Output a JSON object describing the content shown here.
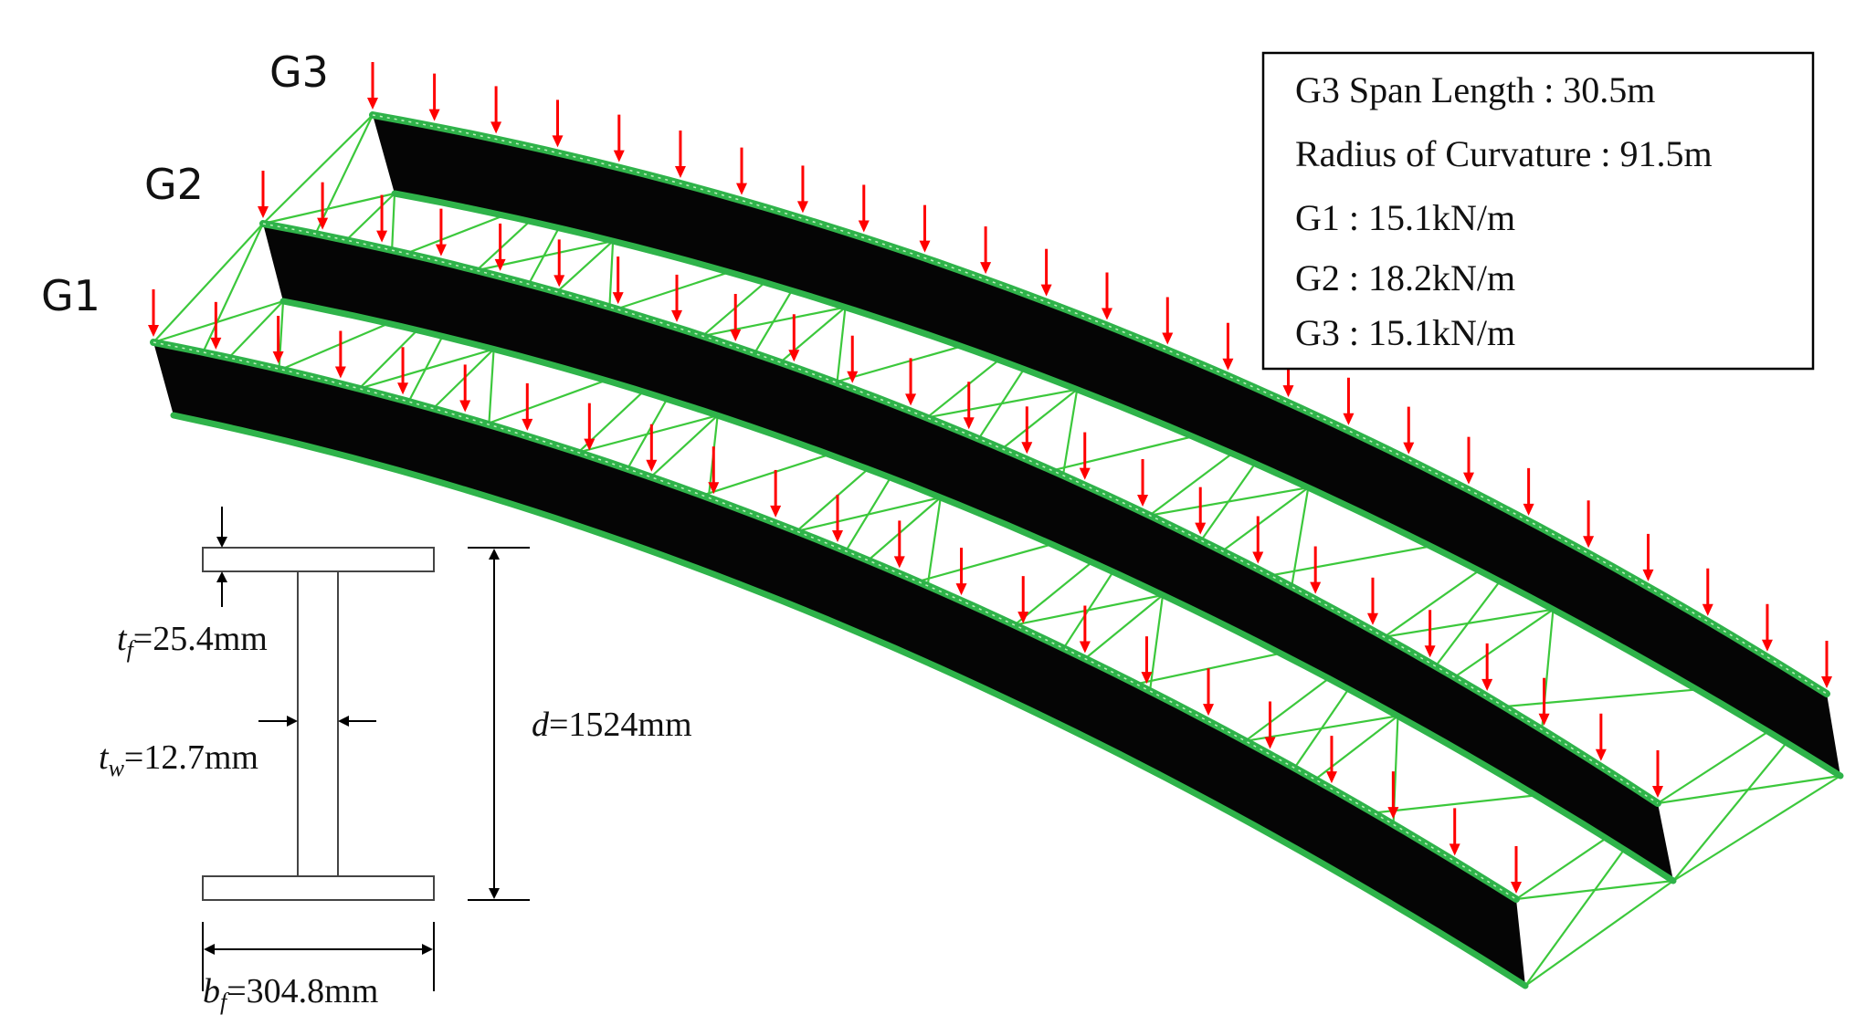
{
  "girders": {
    "g1_label": "G1",
    "g2_label": "G2",
    "g3_label": "G3"
  },
  "info_box": {
    "line1": "G3 Span Length : 30.5m",
    "line2": "Radius of Curvature : 91.5m",
    "line3": "G1 : 15.1kN/m",
    "line4": "G2 : 18.2kN/m",
    "line5": "G3 : 15.1kN/m"
  },
  "section": {
    "tf_symbol": "t",
    "tf_sub": "f",
    "tf_value": "=25.4mm",
    "tw_symbol": "t",
    "tw_sub": "w",
    "tw_value": "=12.7mm",
    "d_symbol": "d",
    "d_value": "=1524mm",
    "bf_symbol": "b",
    "bf_sub": "f",
    "bf_value": "=304.8mm"
  },
  "colors": {
    "load_arrow": "#ff0000",
    "bracing": "#3cc83c",
    "flange": "#2fb34a",
    "web": "#050505",
    "outline": "#000000"
  }
}
